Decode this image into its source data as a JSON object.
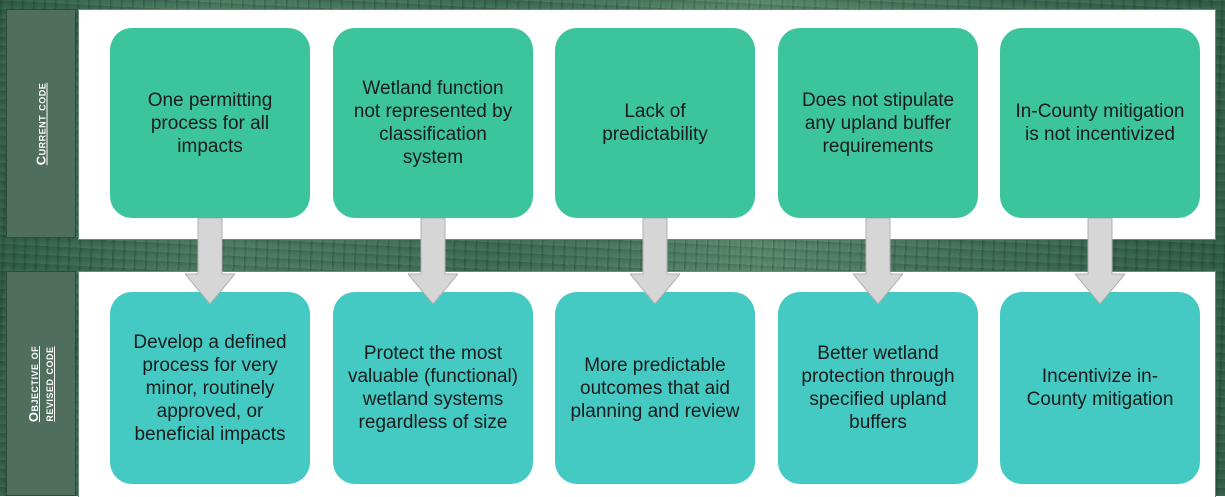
{
  "diagram": {
    "rows": [
      {
        "label_line1": "Current code",
        "label_line2": ""
      },
      {
        "label_line1": "Objective of",
        "label_line2": "revised code"
      }
    ],
    "top_boxes": [
      "One permitting process for all impacts",
      "Wetland function not represented by classification system",
      "Lack of predictability",
      "Does not stipulate any upland buffer requirements",
      "In-County mitigation is not incentivized"
    ],
    "bottom_boxes": [
      "Develop a defined process for very minor, routinely approved, or beneficial impacts",
      "Protect the most valuable (functional) wetland systems regardless of size",
      "More predictable outcomes that aid planning and review",
      "Better wetland protection through specified upland buffers",
      "Incentivize in-County mitigation"
    ],
    "colors": {
      "top_box": "#3cc59c",
      "bottom_box": "#45c9c3",
      "arrow": "#d6d6d6",
      "label_bg": "#4f6e5e"
    }
  }
}
